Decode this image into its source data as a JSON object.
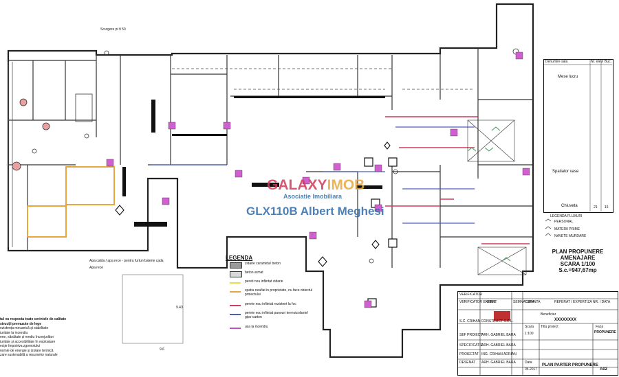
{
  "watermark": {
    "brand_part1": "GALAXY",
    "brand_part2": "IMOB",
    "subtitle": "Asociatie Imobiliara",
    "agent": "GLX110B Albert Meghesi"
  },
  "legend": {
    "title": "LEGENDA",
    "items": [
      {
        "label": "zidarie caramida/ beton",
        "color": "#9a9a9a"
      },
      {
        "label": "beton armat",
        "color": "#d8d8d8"
      },
      {
        "label": "pereti nou infiintat zidarie",
        "color": "#e8e040"
      },
      {
        "label": "spatiu neafiat in proprietate, nu face obiectul proiectului",
        "color": "#e9a63b"
      },
      {
        "label": "perete nou infiintat rezistent la foc",
        "color": "#d43a5a"
      },
      {
        "label": "perete nou infiintat panouri termoizolante/ gips-carton",
        "color": "#4a5ec0"
      },
      {
        "label": "usa la incendiu",
        "color": "#c050c0"
      }
    ]
  },
  "plan_labels": {
    "scurgere": "Scurgere pt fi 50",
    "apa_calda": "Apa calda / apa rece - pentru furtun baterie cada",
    "apa_rece": "Apa rece"
  },
  "title_block": {
    "title_line1": "PLAN PROPUNERE",
    "title_line2": "AMENAJARE",
    "title_line3": "SCARA 1/100",
    "title_line4": "S.c.=947,67mp",
    "verificator": "VERIFICATOR",
    "expert": "VERIFICATOR EXPERT",
    "nume": "NUME",
    "semnatura": "SEMNATURA",
    "cerinta": "CERINTA",
    "referat": "REFERAT / EXPERTIZA NR. / DATA",
    "company": "S.C. CRIHAN CONSTRUCT S.R.L.",
    "beneficiar": "Beneficiar",
    "beneficiar_value": "XXXXXXXX",
    "sef_proiect": "SEF PROIECT",
    "specificatie": "SPECIFICATIE",
    "proiectat": "PROIECTAT",
    "desenat": "DESENAT",
    "names": [
      "ARH. GABRIEL BARA",
      "ARH. GABRIEL BARA",
      "ING. CRIHAN ADRIAN",
      "ARH. GABRIEL BARA"
    ],
    "scara_label": "Scara",
    "scara": "1:100",
    "data_label": "Data",
    "data": "05.2017",
    "plansa_title": "PLAN PARTER PROPUNERE",
    "faza_label": "Faza",
    "faza": "PROPUNERE",
    "plansa_nr": "A02",
    "titlu_proiect": "Titlu proiect"
  },
  "schedule": {
    "header": [
      "Denumire sala",
      "Nr. elevi",
      "Buc."
    ],
    "rows": [
      "Mese lucru",
      "Spatiator vase",
      "Chiuveta"
    ],
    "last_values": [
      "21",
      "16"
    ]
  },
  "notes": [
    "tul va respecta toate cerintele de calitate",
    "strucții prevazute de lege",
    "ezistența mecanică și stabilitate",
    "iuritate la incendiu",
    "ene, sănătate și mediu înconjurător",
    "iuritate și accesibilitate în exploatare",
    "ecție împotriva zgomotului",
    "nomie de energie și izolare termică",
    "zare sustenabilă a resurselor naturale"
  ],
  "legend_small": {
    "personal": "PERSONAL",
    "materie": "MATERII PRIME",
    "navete": "NAVETE MURDARE",
    "legenda_fluxuri": "LEGENDA FLUXURI"
  },
  "dims": {
    "d1": "9.43",
    "d2": "9.6"
  }
}
